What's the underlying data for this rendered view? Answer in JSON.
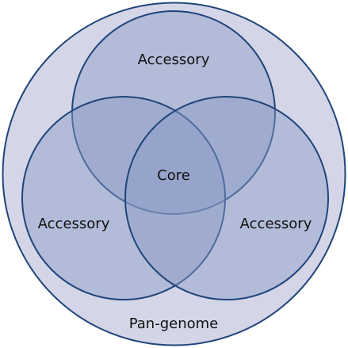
{
  "diagram": {
    "outer_label": "Pan-genome",
    "core_label": "Core",
    "set_labels": {
      "top": "Accessory",
      "left": "Accessory",
      "right": "Accessory"
    },
    "colors": {
      "outer_fill": "#d4d6e8",
      "stroke": "#20457a",
      "circle_fill": "#8a9bc6",
      "circle_fill_opacity": "0.45"
    }
  }
}
